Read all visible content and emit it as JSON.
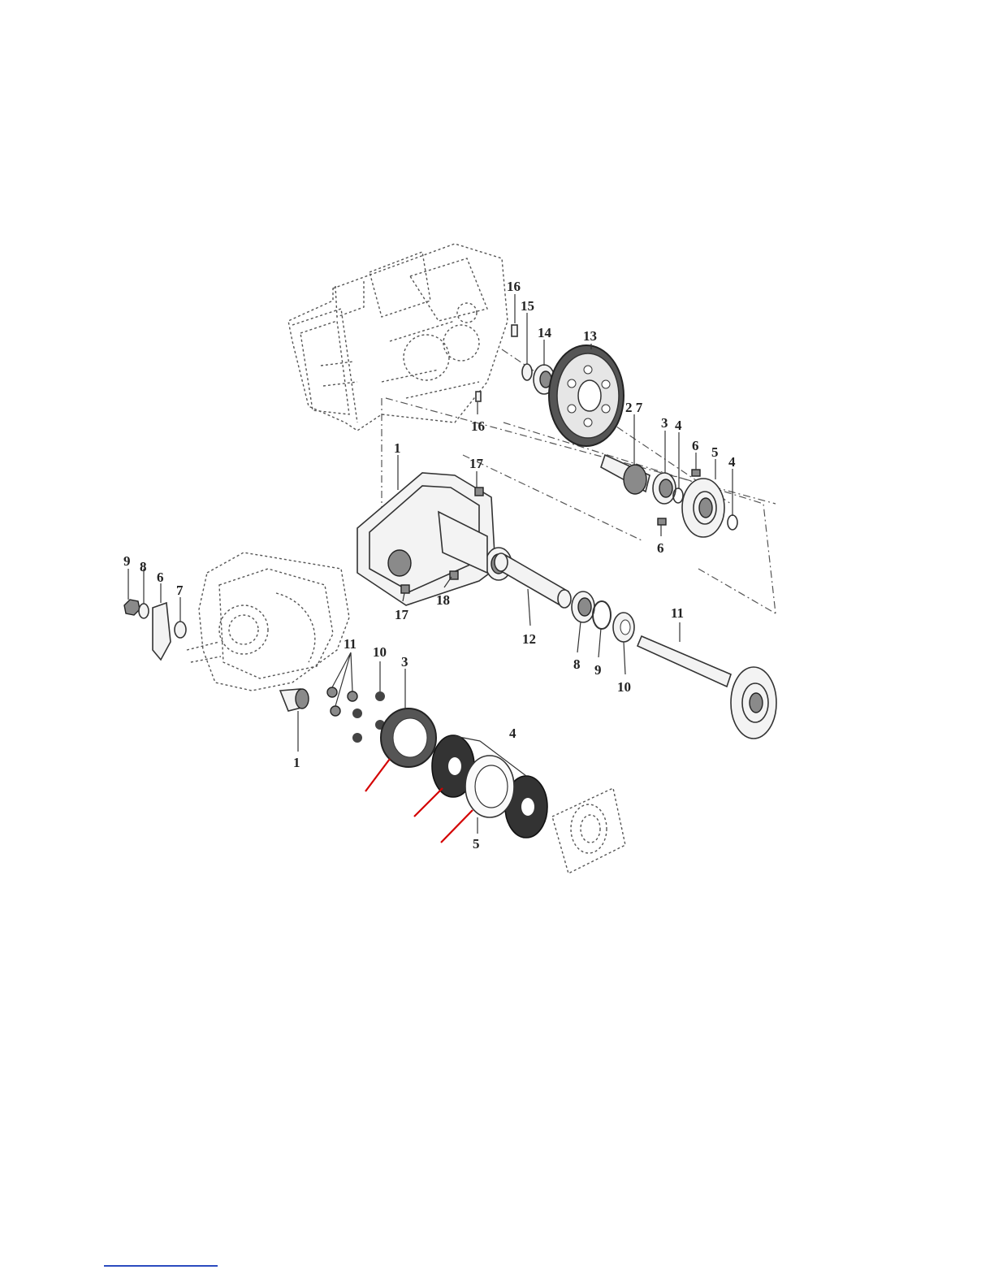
{
  "labels": {
    "upper_16a": "16",
    "upper_15": "15",
    "upper_14": "14",
    "upper_13": "13",
    "upper_16b": "16",
    "upper_27": "2 7",
    "upper_3": "3",
    "upper_4a": "4",
    "upper_6a": "6",
    "upper_5": "5",
    "upper_4b": "4",
    "upper_6b": "6",
    "upper_1": "1",
    "upper_17a": "17",
    "upper_17b": "17",
    "upper_18": "18",
    "upper_12": "12",
    "upper_8": "8",
    "upper_9": "9",
    "upper_10": "10",
    "upper_11": "11",
    "lower_9": "9",
    "lower_8": "8",
    "lower_6": "6",
    "lower_7": "7",
    "lower_11": "11",
    "lower_10": "10",
    "lower_3": "3",
    "lower_1": "1",
    "lower_4": "4",
    "lower_5": "5"
  },
  "colors": {
    "highlight_lines": "#d40000",
    "page_rule": "#2b4bbf",
    "line_art": "#333333"
  }
}
